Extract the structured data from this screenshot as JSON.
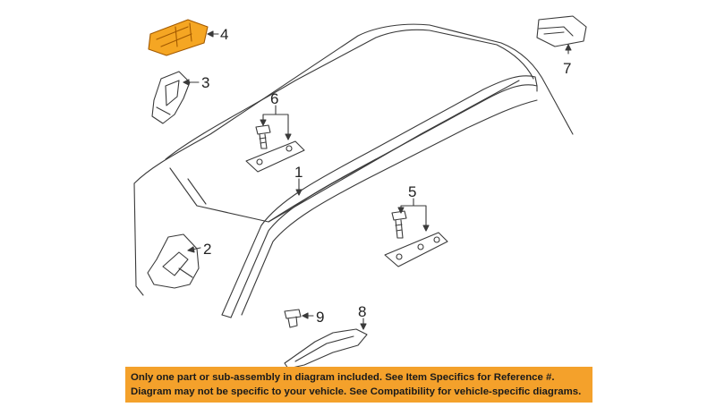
{
  "diagram": {
    "callouts": {
      "c1": "1",
      "c2": "2",
      "c3": "3",
      "c4": "4",
      "c5": "5",
      "c6": "6",
      "c7": "7",
      "c8": "8",
      "c9": "9"
    },
    "colors": {
      "line": "#3a3a3a",
      "highlight": "#f5a623",
      "banner_bg": "#f4a12b"
    }
  },
  "banner": {
    "line1": "Only one part or sub-assembly in diagram included. See Item Specifics for Reference #.",
    "line2": "Diagram may not be specific to your vehicle. See Compatibility for vehicle-specific diagrams."
  }
}
